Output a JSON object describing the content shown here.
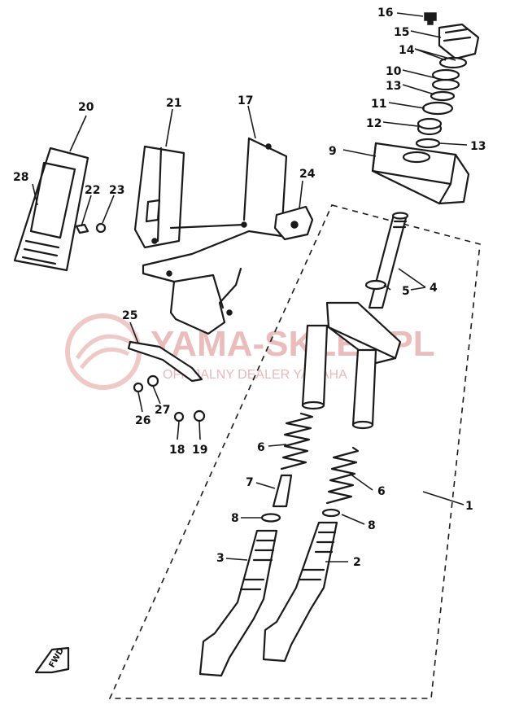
{
  "watermark": {
    "title": "YAMA-SKLEP.PL",
    "subtitle": "OFICJALNY DEALER YAMAHA"
  },
  "fwd_label": "FWD",
  "callouts": [
    "1",
    "2",
    "3",
    "4",
    "5",
    "6",
    "6",
    "7",
    "8",
    "8",
    "9",
    "10",
    "11",
    "12",
    "13",
    "13",
    "14",
    "15",
    "16",
    "17",
    "18",
    "19",
    "20",
    "21",
    "22",
    "23",
    "24",
    "25",
    "26",
    "27",
    "28"
  ]
}
